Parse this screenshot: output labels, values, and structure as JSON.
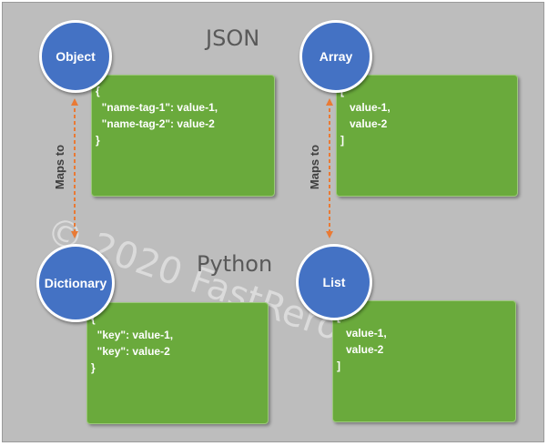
{
  "headings": {
    "json": "JSON",
    "python": "Python"
  },
  "nodes": {
    "object": "Object",
    "array": "Array",
    "dictionary": "Dictionary",
    "list": "List"
  },
  "connectors": {
    "left": "Maps to",
    "right": "Maps to"
  },
  "cards": {
    "json_object": "{\n  \"name-tag-1\": value-1,\n  \"name-tag-2\": value-2\n}",
    "json_array": "[\n   value-1,\n   value-2\n]",
    "python_dict": "{\n  \"key\": value-1,\n  \"key\": value-2\n}",
    "python_list": "[\n   value-1,\n   value-2\n]"
  },
  "watermark": "© 2020 FastReroute.com",
  "colors": {
    "background": "#bdbdbd",
    "card": "#6aaa3c",
    "node": "#4472c4",
    "arrow": "#e97a35"
  }
}
